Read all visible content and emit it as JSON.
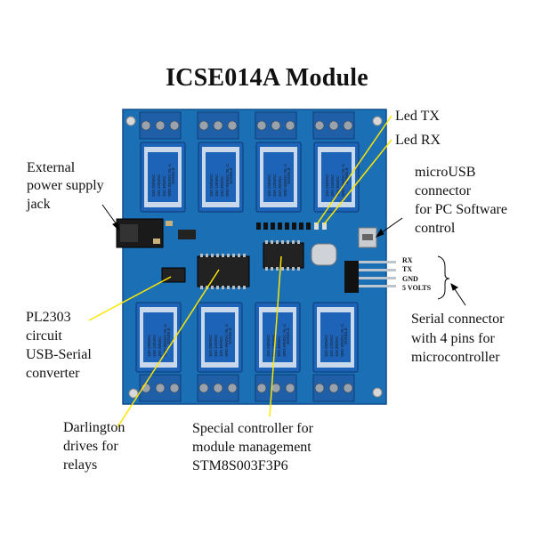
{
  "title": "ICSE014A Module",
  "labels": {
    "led_tx": "Led TX",
    "led_rx": "Led RX",
    "external_power": [
      "External",
      "power supply",
      "jack"
    ],
    "micro_usb": [
      "microUSB",
      "connector",
      "for PC Software",
      "control"
    ],
    "pl2303": [
      "PL2303",
      "circuit",
      "USB-Serial",
      "converter"
    ],
    "serial_connector": [
      "Serial connector",
      "with 4 pins for",
      "microcontroller"
    ],
    "darlington": [
      "Darlington",
      "drives for",
      "relays"
    ],
    "special_controller": [
      "Special controller for",
      "module management",
      "STM8S003F3P6"
    ]
  },
  "pins": [
    "RX",
    "TX",
    "GND",
    "5 VOLTS"
  ],
  "relay_text": {
    "brand": "SONGLE",
    "rating1": "10A 250VAC",
    "rating2": "10A 125VAC",
    "rating3": "10A 30VDC",
    "model": "SRD-05VDC-SL-C"
  },
  "colors": {
    "pcb": "#1b6fb5",
    "relay": "#1d63b8",
    "terminal": "#1e5fa8",
    "pointer": "#ffe600",
    "chip": "#222222"
  }
}
